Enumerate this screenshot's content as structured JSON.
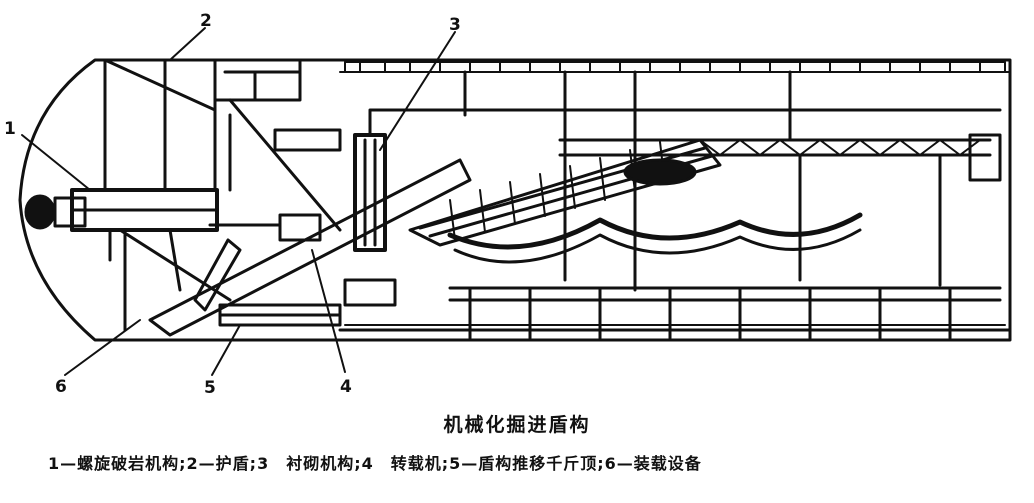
{
  "labels": {
    "n1": "1",
    "n2": "2",
    "n3": "3",
    "n4": "4",
    "n5": "5",
    "n6": "6"
  },
  "caption": "机械化掘进盾构",
  "legend": "1—螺旋破岩机构;2—护盾;3　衬砌机构;4　转载机;5—盾构推移千斤顶;6—装载设备"
}
